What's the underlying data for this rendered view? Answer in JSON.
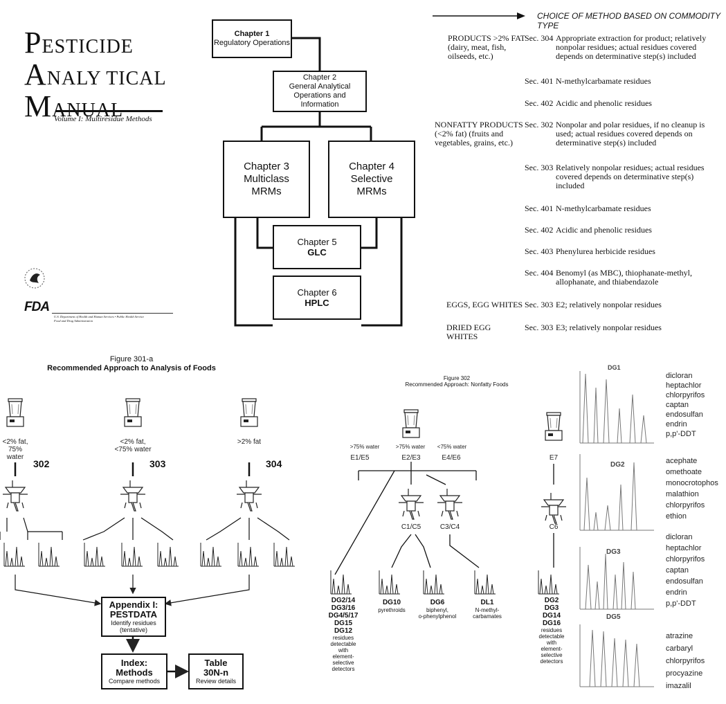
{
  "manual": {
    "title_line1_first": "P",
    "title_line1_rest": "ESTICIDE",
    "title_line2_first": "A",
    "title_line2_rest": "NALY TICAL",
    "title_line3_first": "M",
    "title_line3_rest": "ANUAL",
    "volume": "Volume I: Multiresidue Methods",
    "fda_logo": "FDA",
    "hhs_text": "U.S. Department of Health and Human Services • Public Health Service",
    "fda_text": "Food and Drug Administration"
  },
  "chapters": {
    "ch1": {
      "line1": "Chapter 1",
      "line2": "Regulatory Operations"
    },
    "ch2": {
      "line1": "Chapter 2",
      "line2": "General Analytical",
      "line3": "Operations and Information"
    },
    "ch3": {
      "line1": "Chapter 3",
      "line2": "Multiclass",
      "line3": "MRMs"
    },
    "ch4": {
      "line1": "Chapter 4",
      "line2": "Selective",
      "line3": "MRMs"
    },
    "ch5": {
      "line1": "Chapter 5",
      "line2": "GLC"
    },
    "ch6": {
      "line1": "Chapter 6",
      "line2": "HPLC"
    }
  },
  "method_table": {
    "header": "CHOICE OF METHOD BASED ON COMMODITY TYPE",
    "rows": [
      {
        "cat": "PRODUCTS >2% FAT (dairy, meat, fish, oilseeds, etc.)",
        "sec": "Sec. 304",
        "desc": "Appropriate extraction for product; relatively nonpolar residues; actual residues covered depends on determinative step(s) included"
      },
      {
        "cat": "",
        "sec": "Sec. 401",
        "desc": "N-methylcarbamate residues"
      },
      {
        "cat": "",
        "sec": "Sec. 402",
        "desc": "Acidic and phenolic residues"
      },
      {
        "cat": "NONFATTY PRODUCTS (<2% fat) (fruits and vegetables, grains, etc.)",
        "sec": "Sec. 302",
        "desc": "Nonpolar and polar residues, if no cleanup is used; actual residues covered depends on determinative step(s) included"
      },
      {
        "cat": "",
        "sec": "Sec. 303",
        "desc": "Relatively nonpolar residues; actual residues covered depends on determinative step(s) included"
      },
      {
        "cat": "",
        "sec": "Sec. 401",
        "desc": "N-methylcarbamate residues"
      },
      {
        "cat": "",
        "sec": "Sec. 402",
        "desc": "Acidic and phenolic residues"
      },
      {
        "cat": "",
        "sec": "Sec. 403",
        "desc": "Phenylurea herbicide residues"
      },
      {
        "cat": "",
        "sec": "Sec. 404",
        "desc": "Benomyl (as MBC), thiophanate-methyl, allophanate, and thiabendazole"
      },
      {
        "cat": "EGGS, EGG WHITES",
        "sec": "Sec. 303",
        "desc": "E2; relatively nonpolar residues"
      },
      {
        "cat": "DRIED EGG WHITES",
        "sec": "Sec. 303",
        "desc": "E3; relatively nonpolar residues"
      }
    ]
  },
  "fig301": {
    "title1": "Figure 301-a",
    "title2": "Recommended Approach to Analysis of Foods",
    "cols": [
      {
        "label1": "<2% fat,",
        "label2": "75% water",
        "num": "302"
      },
      {
        "label1": "<2% fat,",
        "label2": "<75% water",
        "num": "303"
      },
      {
        "label1": ">2% fat",
        "label2": "",
        "num": "304"
      }
    ],
    "appendix": {
      "line1": "Appendix I:",
      "line2": "PESTDATA",
      "line3": "Identify residues",
      "line4": "(tentative)"
    },
    "index": {
      "line1": "Index:",
      "line2": "Methods",
      "line3": "Compare methods"
    },
    "table": {
      "line1": "Table",
      "line2": "30N-n",
      "line3": "Review details"
    }
  },
  "fig302": {
    "title1": "Figure 302",
    "title2": "Recommended Approach:  Nonfatty Foods",
    "water": [
      ">75% water",
      ">75% water",
      "<75% water"
    ],
    "extracts": [
      "E1/E5",
      "E2/E3",
      "E4/E6",
      "E7"
    ],
    "cleanups": [
      "C1/C5",
      "C3/C4",
      "C6"
    ],
    "det1": {
      "lines": [
        "DG2/14",
        "DG3/16",
        "DG4/5/17",
        "DG15",
        "DG12"
      ],
      "note": [
        "residues",
        "detectable",
        "with",
        "element-",
        "selective",
        "detectors"
      ]
    },
    "det2": {
      "name": "DG10",
      "note": "pyrethroids"
    },
    "det3": {
      "name": "DG6",
      "note1": "biphenyl,",
      "note2": "o-phenylphenol"
    },
    "det4": {
      "name": "DL1",
      "note1": "N-methyl-",
      "note2": "carbamates"
    },
    "det5": {
      "lines": [
        "DG2",
        "DG3",
        "DG14",
        "DG16"
      ],
      "note": [
        "residues",
        "detectable",
        "with",
        "element-",
        "selective",
        "detectors"
      ]
    }
  },
  "chroms": {
    "panels": [
      {
        "label": "DG1",
        "compounds": [
          "dicloran",
          "heptachlor",
          "chlorpyrifos",
          "captan",
          "endosulfan",
          "endrin",
          "p,p'-DDT"
        ]
      },
      {
        "label": "DG2",
        "compounds": [
          "acephate",
          "omethoate",
          "monocrotophos",
          "malathion",
          "chlorpyrifos",
          "ethion"
        ]
      },
      {
        "label": "DG3",
        "compounds": [
          "dicloran",
          "heptachlor",
          "chlorpyrifos",
          "captan",
          "endosulfan",
          "endrin",
          "p,p'-DDT"
        ]
      },
      {
        "label": "DG5",
        "compounds": [
          "atrazine",
          "carbaryl",
          "chlorpyrifos",
          "procyazine",
          "imazalil"
        ]
      }
    ]
  }
}
